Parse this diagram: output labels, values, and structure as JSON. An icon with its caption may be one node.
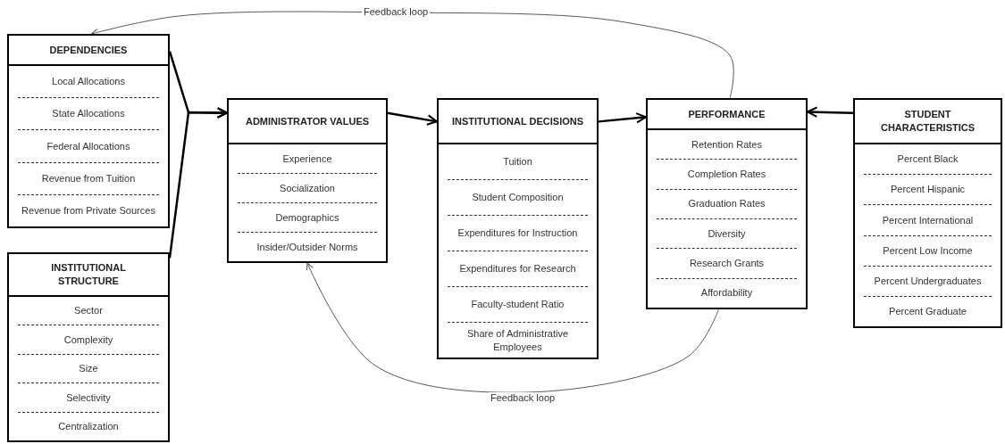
{
  "diagram": {
    "nodes": [
      {
        "text": [
          "DEPENDENCIES",
          "Local Allocations",
          "State Allocations",
          "Federal Allocations",
          "Revenue from Tuition",
          "Revenue from Private Sources"
        ]
      },
      {
        "text": [
          "INSTITUTIONAL STRUCTURE",
          "Sector",
          "Complexity",
          "Size",
          "Selectivity",
          "Centralization"
        ]
      },
      {
        "text": [
          "ADMINISTRATOR VALUES",
          "Experience",
          "Socialization",
          "Demographics",
          "Insider/Outsider Norms"
        ]
      },
      {
        "text": [
          "INSTITUTIONAL DECISIONS",
          "Tuition",
          "Student Composition",
          "Expenditures for Instruction",
          "Expenditures for Research",
          "Faculty-student Ratio",
          "Share of Administrative Employees"
        ]
      },
      {
        "text": [
          "PERFORMANCE",
          "Retention Rates",
          "Completion Rates",
          "Graduation Rates",
          "Diversity",
          "Research Grants",
          "Affordability"
        ]
      },
      {
        "text": [
          "STUDENT CHARACTERISTICS",
          "Percent Black",
          "Percent Hispanic",
          "Percent International",
          "Percent Low Income",
          "Percent Undergraduates",
          "Percent Graduate"
        ]
      }
    ],
    "edges": [
      {
        "from": 0,
        "to": 2,
        "arrow": "to"
      },
      {
        "from": 1,
        "to": 2,
        "arrow": "to"
      },
      {
        "from": 2,
        "to": 3,
        "arrow": "to"
      },
      {
        "from": 3,
        "to": 4,
        "arrow": "to"
      },
      {
        "from": 5,
        "to": 4,
        "arrow": "to"
      },
      {
        "from": 4,
        "to": 0,
        "arrow": "to",
        "label": "Feedback loop",
        "color": "#595959"
      },
      {
        "from": 4,
        "to": 2,
        "arrow": "to",
        "label": "Feedback loop",
        "color": "#595959"
      }
    ]
  }
}
